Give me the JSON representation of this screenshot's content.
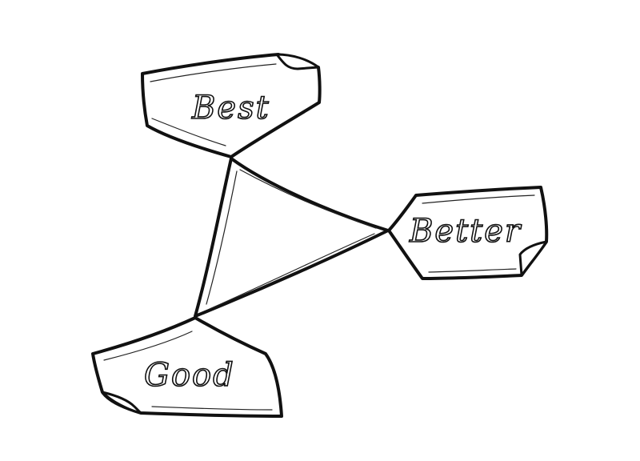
{
  "diagram": {
    "type": "triangle-with-tags",
    "stroke_color": "#111111",
    "background_color": "#ffffff",
    "labels": {
      "top": "Best",
      "right": "Better",
      "bottom": "Good"
    }
  }
}
